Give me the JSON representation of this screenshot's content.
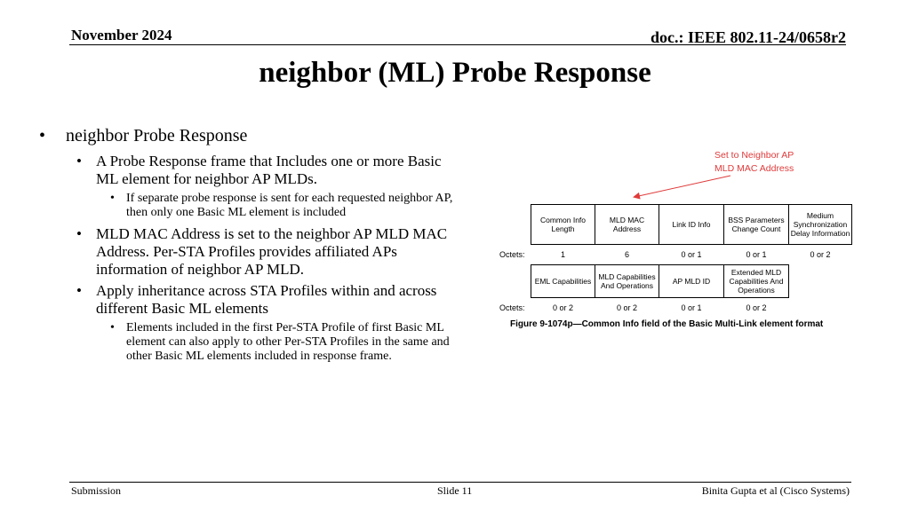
{
  "header": {
    "date": "November 2024",
    "doc": "doc.: IEEE 802.11-24/0658r2"
  },
  "title": "neighbor (ML) Probe Response",
  "bullets": {
    "l1a": "neighbor Probe Response",
    "l2a": "A Probe Response frame that Includes one or more Basic ML element for neighbor AP MLDs.",
    "l3a": "If separate probe response is sent for each requested neighbor AP, then only one Basic ML element is included",
    "l2b": "MLD MAC Address is set to the neighbor AP MLD MAC Address. Per-STA Profiles provides affiliated APs information of neighbor AP MLD.",
    "l2c": "Apply inheritance across STA Profiles within and across different Basic ML elements",
    "l3b": "Elements included in the first Per-STA Profile of first Basic ML element can also apply to other Per-STA Profiles in the same and other Basic ML elements included in response frame."
  },
  "annotation": {
    "line1": "Set to Neighbor AP",
    "line2": "MLD MAC Address",
    "color": "#e03a3a"
  },
  "figure": {
    "octets_label": "Octets:",
    "row1": [
      {
        "label": "Common Info Length",
        "octets": "1"
      },
      {
        "label": "MLD MAC Address",
        "octets": "6"
      },
      {
        "label": "Link ID Info",
        "octets": "0 or 1"
      },
      {
        "label": "BSS Parameters Change Count",
        "octets": "0 or 1"
      },
      {
        "label": "Medium Synchronization Delay Information",
        "octets": "0 or 2"
      }
    ],
    "row2": [
      {
        "label": "EML Capabilities",
        "octets": "0 or 2"
      },
      {
        "label": "MLD Capabilities And Operations",
        "octets": "0 or 2"
      },
      {
        "label": "AP MLD ID",
        "octets": "0 or 1"
      },
      {
        "label": "Extended MLD Capabilities And Operations",
        "octets": "0 or 2"
      }
    ],
    "caption": "Figure 9-1074p—Common Info field of the Basic Multi-Link element format"
  },
  "footer": {
    "left": "Submission",
    "center": "Slide 11",
    "right": "Binita Gupta et al (Cisco Systems)"
  }
}
